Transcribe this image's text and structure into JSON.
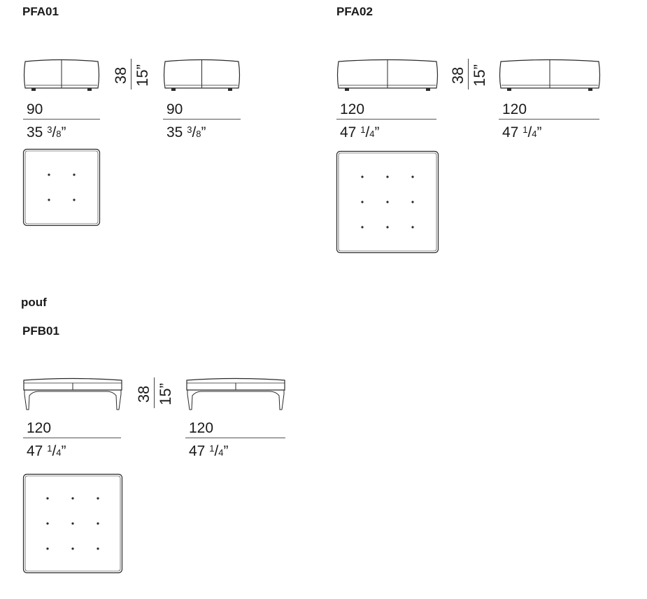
{
  "sections": {
    "pfa01": {
      "code": "PFA01",
      "height_cm": "38",
      "height_in": "15”",
      "width_cm": "90",
      "width_in_whole": "35",
      "width_in_num": "3",
      "width_in_den": "8",
      "inch_mark": "”"
    },
    "pfa02": {
      "code": "PFA02",
      "height_cm": "38",
      "height_in": "15”",
      "width_cm": "120",
      "width_in_whole": "47",
      "width_in_num": "1",
      "width_in_den": "4",
      "inch_mark": "”"
    },
    "pouf_heading": "pouf",
    "pfb01": {
      "code": "PFB01",
      "height_cm": "38",
      "height_in": "15”",
      "width_cm": "120",
      "width_in_whole": "47",
      "width_in_num": "1",
      "width_in_den": "4",
      "inch_mark": "”"
    }
  },
  "colors": {
    "line": "#2a2a2a",
    "rule": "#555555"
  }
}
